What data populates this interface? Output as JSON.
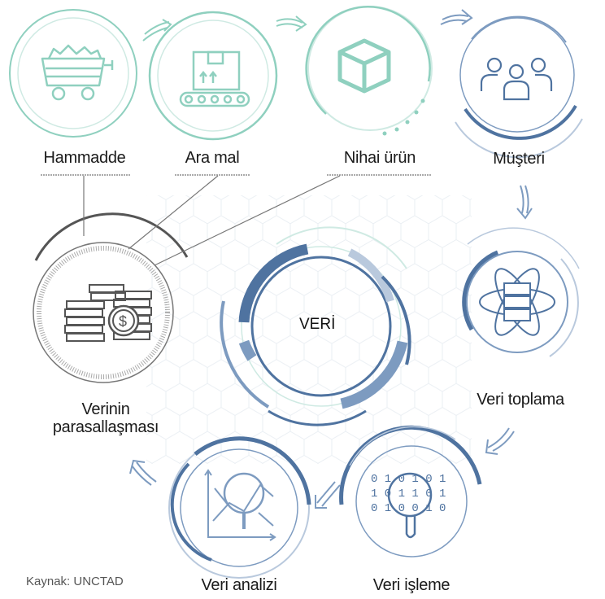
{
  "center": {
    "label": "VERİ"
  },
  "stages": {
    "hammadde": "Hammadde",
    "ara_mal": "Ara mal",
    "nihai_urun": "Nihai ürün",
    "musteri": "Müşteri",
    "veri_toplama": "Veri toplama",
    "veri_isleme": "Veri işleme",
    "veri_analizi": "Veri analizi",
    "parasallasma_line1": "Verinin",
    "parasallasma_line2": "parasallaşması"
  },
  "source": "Kaynak: UNCTAD",
  "colors": {
    "mint": "#8fd0bf",
    "mint_light": "#cfeae3",
    "blue_dark": "#4f73a0",
    "blue_mid": "#7d9bc0",
    "blue_light": "#b9c9dd",
    "grey": "#6f6f6f"
  },
  "icons": [
    "mine-cart-icon",
    "conveyor-box-icon",
    "cube-icon",
    "people-group-icon",
    "atom-server-icon",
    "binary-magnifier-icon",
    "chart-magnifier-icon",
    "money-coins-icon"
  ]
}
